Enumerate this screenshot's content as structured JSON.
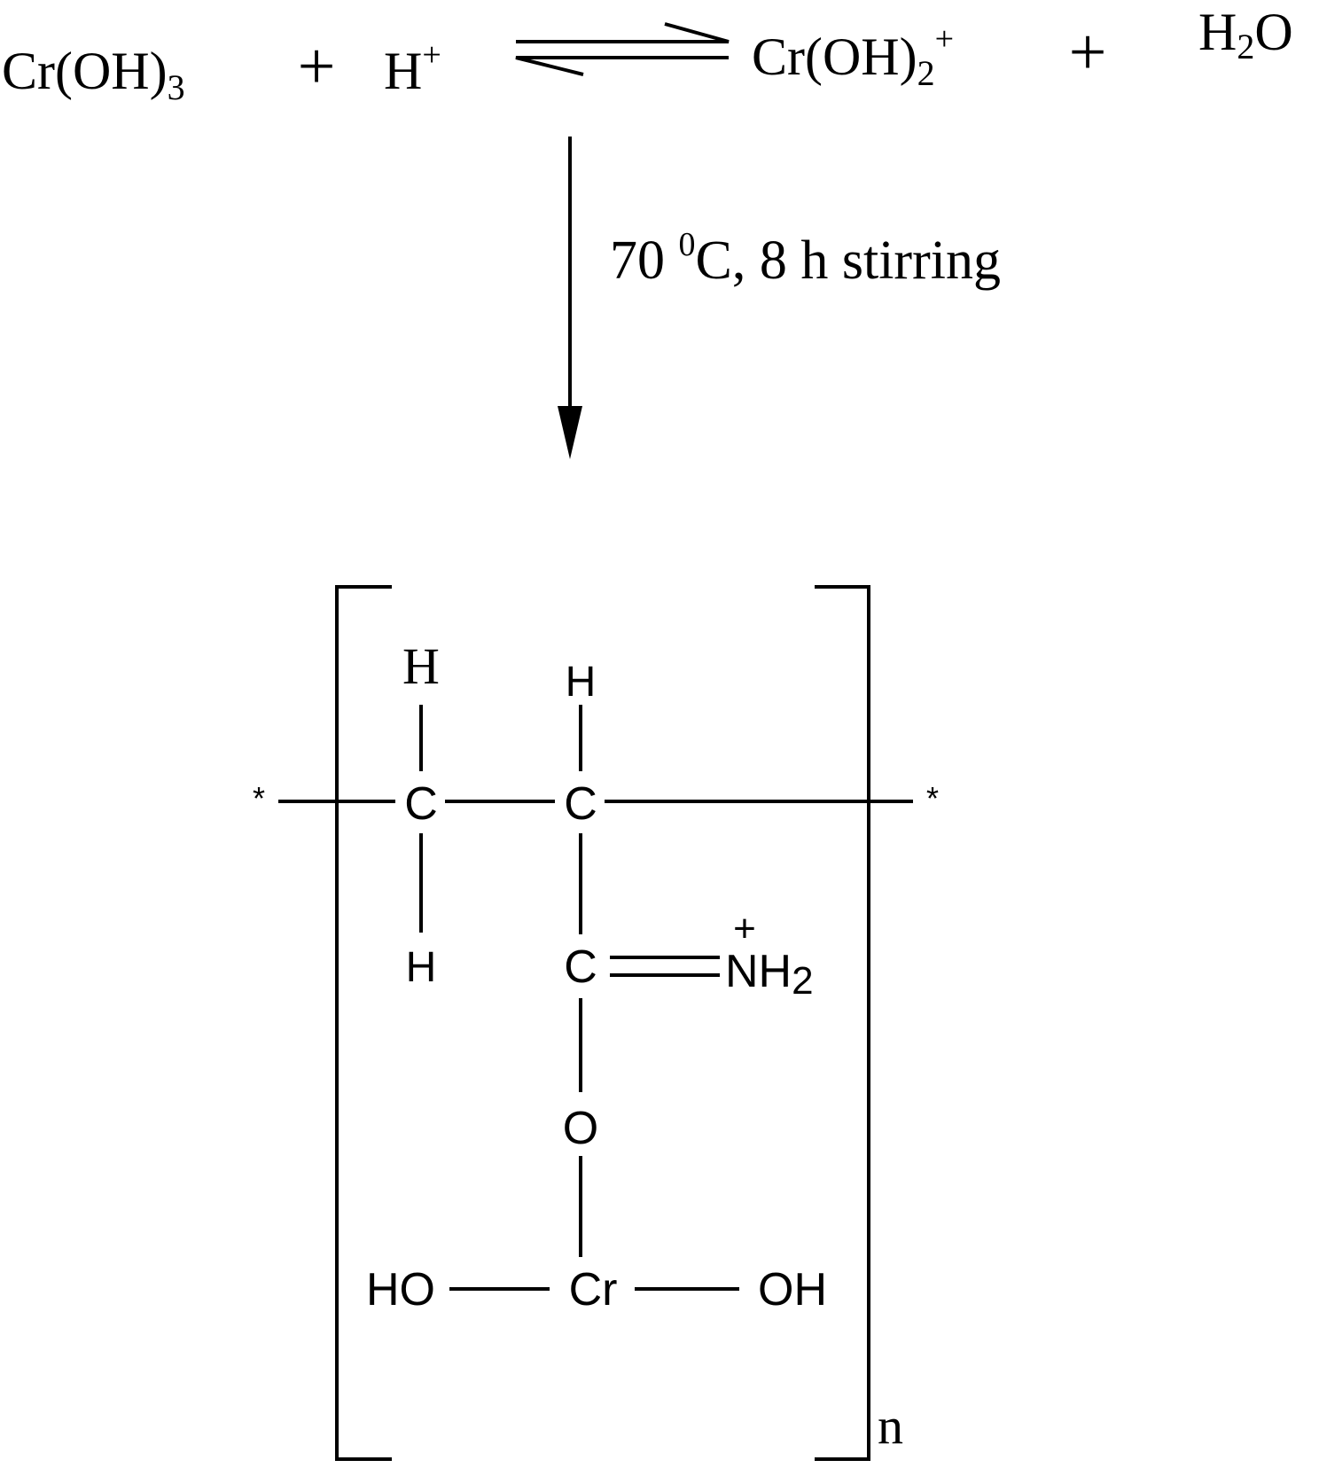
{
  "equation": {
    "reactant1": "Cr(OH)",
    "reactant1_sub": "3",
    "plus1": "+",
    "reactant2": "H",
    "reactant2_sup": "+",
    "product1": "Cr(OH)",
    "product1_sub": "2",
    "product1_sup": "+",
    "plus2": "+",
    "product2_a": "H",
    "product2_sub": "2",
    "product2_b": "O"
  },
  "conditions": {
    "temp": "70 ",
    "temp_sup": "0",
    "rest": "C, 8 h stirring"
  },
  "structure": {
    "end_left": "*",
    "end_right": "*",
    "h_top_left": "H",
    "h_top_mid": "H",
    "c1": "C",
    "c2": "C",
    "h_bottom": "H",
    "c3": "C",
    "n_plus": "+",
    "nh2_n": "NH",
    "nh2_sub": "2",
    "oxygen": "O",
    "ho_left": "HO",
    "cr": "Cr",
    "oh_right": "OH",
    "repeat_index": "n"
  }
}
